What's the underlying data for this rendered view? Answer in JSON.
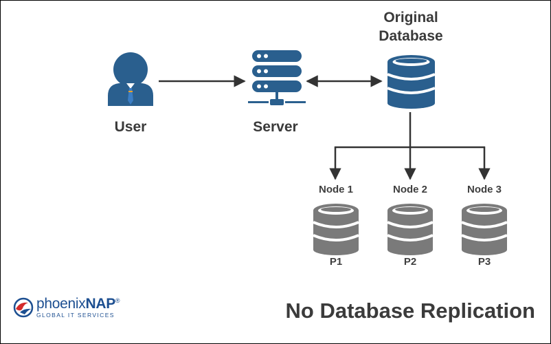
{
  "colors": {
    "primary_blue": "#2a5f8e",
    "node_gray": "#7a7a7a",
    "arrow": "#333333",
    "tie_orange": "#f0a020",
    "brand_blue": "#1d4f91",
    "brand_red": "#d42a2a"
  },
  "labels": {
    "user": "User",
    "server": "Server",
    "database_line1": "Original",
    "database_line2": "Database",
    "title": "No Database Replication"
  },
  "nodes": [
    {
      "name": "Node 1",
      "partition": "P1"
    },
    {
      "name": "Node 2",
      "partition": "P2"
    },
    {
      "name": "Node 3",
      "partition": "P3"
    }
  ],
  "brand": {
    "name_light": "phoenix",
    "name_bold": "NAP",
    "mark": "®",
    "tagline": "GLOBAL IT SERVICES"
  },
  "icons": [
    "user-icon",
    "server-icon",
    "database-icon",
    "node-database-icon",
    "phoenixnap-logo-icon"
  ]
}
